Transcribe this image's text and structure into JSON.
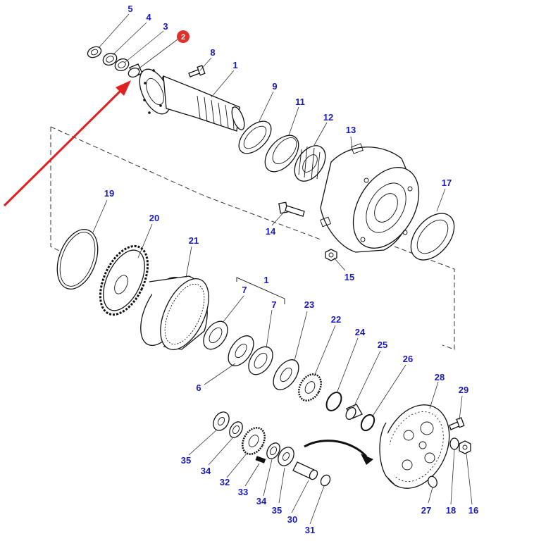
{
  "colors": {
    "label": "#1a1ab8",
    "highlight_badge": "#e0302a",
    "pointer_arrow": "#e02020",
    "line_art": "#111111"
  },
  "labels": {
    "p1": "1",
    "p1b": "1",
    "p2": "2",
    "p3": "3",
    "p4": "4",
    "p5": "5",
    "p6": "6",
    "p7a": "7",
    "p7b": "7",
    "p8": "8",
    "p9": "9",
    "p11": "11",
    "p12": "12",
    "p13": "13",
    "p14": "14",
    "p15": "15",
    "p16": "16",
    "p17": "17",
    "p18": "18",
    "p19": "19",
    "p20": "20",
    "p21": "21",
    "p22": "22",
    "p23": "23",
    "p24": "24",
    "p25": "25",
    "p26": "26",
    "p27": "27",
    "p28": "28",
    "p29": "29",
    "p30": "30",
    "p31": "31",
    "p32": "32",
    "p33": "33",
    "p34a": "34",
    "p34b": "34",
    "p35a": "35",
    "p35b": "35"
  },
  "highlighted_part": "2"
}
